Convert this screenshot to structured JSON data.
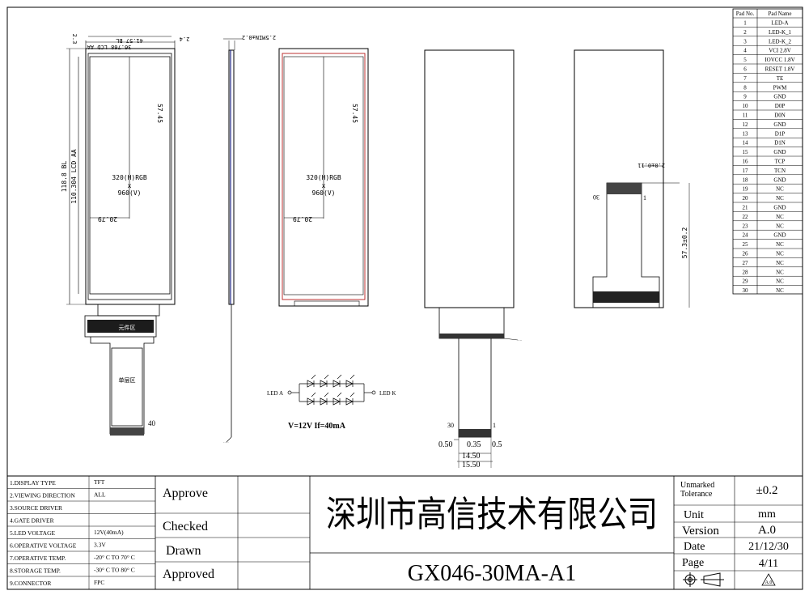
{
  "front_view": {
    "bl_width": "36.768 LCD AA",
    "aa_width": "41.57 BL",
    "edge_top": "2.3",
    "edge_right": "2.4",
    "bl_height": "118.8 BL",
    "aa_height": "110.304 LCD AA",
    "center_v": "57.45",
    "center_h": "20.79",
    "resolution_line1": "320(H)RGB",
    "resolution_x": "x",
    "resolution_line2": "960(V)",
    "component_area": "元件区",
    "single_layer_area": "单层区",
    "fpc_pin": "40"
  },
  "side_view": {
    "thickness": "2.5MIN±0.2"
  },
  "middle_view": {
    "center_v": "57.45",
    "center_h": "20.79",
    "resolution_line1": "320(H)RGB",
    "resolution_x": "x",
    "resolution_line2": "960(V)"
  },
  "fpc_view": {
    "pin_left": "30",
    "pin_right": "1",
    "d1": "0.50",
    "d2": "0.35",
    "d3": "0.5",
    "d4": "14.50",
    "d5": "15.50"
  },
  "back_view": {
    "thickness": "2.0±0.11",
    "length": "57.3±0.2",
    "pin_30": "30",
    "pin_1": "1"
  },
  "led": {
    "anode": "LED A",
    "cathode": "LED K",
    "spec": "V=12V  If=40mA"
  },
  "pad_table": {
    "header_no": "Pad No.",
    "header_name": "Pad Name",
    "rows": [
      {
        "no": "1",
        "name": "LED-A"
      },
      {
        "no": "2",
        "name": "LED-K_1"
      },
      {
        "no": "3",
        "name": "LED-K_2"
      },
      {
        "no": "4",
        "name": "VCI 2.8V"
      },
      {
        "no": "5",
        "name": "IOVCC 1.8V"
      },
      {
        "no": "6",
        "name": "RESET 1.8V"
      },
      {
        "no": "7",
        "name": "TE"
      },
      {
        "no": "8",
        "name": "PWM"
      },
      {
        "no": "9",
        "name": "GND"
      },
      {
        "no": "10",
        "name": "D0P"
      },
      {
        "no": "11",
        "name": "D0N"
      },
      {
        "no": "12",
        "name": "GND"
      },
      {
        "no": "13",
        "name": "D1P"
      },
      {
        "no": "14",
        "name": "D1N"
      },
      {
        "no": "15",
        "name": "GND"
      },
      {
        "no": "16",
        "name": "TCP"
      },
      {
        "no": "17",
        "name": "TCN"
      },
      {
        "no": "18",
        "name": "GND"
      },
      {
        "no": "19",
        "name": "NC"
      },
      {
        "no": "20",
        "name": "NC"
      },
      {
        "no": "21",
        "name": "GND"
      },
      {
        "no": "22",
        "name": "NC"
      },
      {
        "no": "23",
        "name": "NC"
      },
      {
        "no": "24",
        "name": "GND"
      },
      {
        "no": "25",
        "name": "NC"
      },
      {
        "no": "26",
        "name": "NC"
      },
      {
        "no": "27",
        "name": "NC"
      },
      {
        "no": "28",
        "name": "NC"
      },
      {
        "no": "29",
        "name": "NC"
      },
      {
        "no": "30",
        "name": "NC"
      }
    ]
  },
  "spec_table": [
    {
      "label": "1.DISPLAY TYPE",
      "value": "TFT"
    },
    {
      "label": "2.VIEWING DIRECTION",
      "value": "ALL"
    },
    {
      "label": "3.SOURCE DRIVER",
      "value": ""
    },
    {
      "label": "4.GATE DRIVER",
      "value": ""
    },
    {
      "label": "5.LED  VOLTAGE",
      "value": "12V(40mA)"
    },
    {
      "label": "6.OPERATIVE VOLTAGE",
      "value": "3.3V"
    },
    {
      "label": "7.OPERATIVE TEMP.",
      "value": "-20° C TO 70° C"
    },
    {
      "label": "8.STORAGE TEMP.",
      "value": "-30° C TO 80° C"
    },
    {
      "label": "9.CONNECTOR",
      "value": "FPC"
    }
  ],
  "approvals": {
    "approve": "Approve",
    "checked": "Checked",
    "drawn": "Drawn",
    "approved": "Approved"
  },
  "company": "深圳市高信技术有限公司",
  "part_number": "GX046-30MA-A1",
  "info": {
    "tolerance_label_1": "Unmarked",
    "tolerance_label_2": "Tolerance",
    "tolerance_value": "±0.2",
    "unit_label": "Unit",
    "unit_value": "mm",
    "version_label": "Version",
    "version_value": "A.0",
    "date_label": "Date",
    "date_value": "21/12/30",
    "page_label": "Page",
    "page_value": "4/11",
    "rev_mark": "A.0"
  }
}
